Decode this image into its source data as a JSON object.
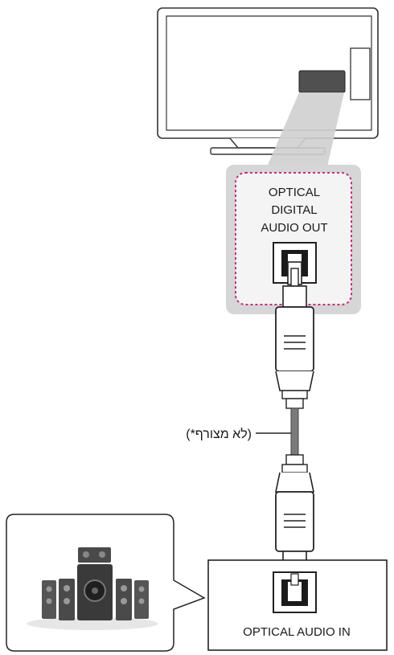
{
  "tv_port_label": {
    "line1": "OPTICAL",
    "line2": "DIGITAL",
    "line3": "AUDIO OUT"
  },
  "cable_note": "(*לא מצורף)",
  "device_port_label": "OPTICAL AUDIO IN",
  "icons": [
    "tv-icon",
    "optical-port-icon",
    "optical-plug-icon",
    "speaker-system-icon"
  ],
  "colors": {
    "callout_gray": "#d9d9d9",
    "dashed_pink": "#c2307a",
    "cable_gray": "#7a7a7a",
    "outline": "#333333"
  }
}
